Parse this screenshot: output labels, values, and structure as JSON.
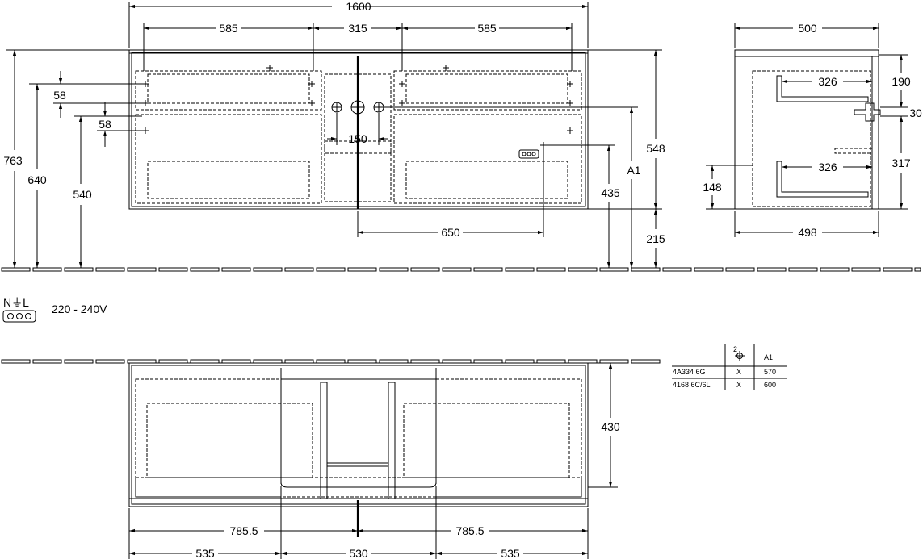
{
  "front_view": {
    "total_width": "1600",
    "drawer_width_left": "585",
    "center_width": "315",
    "drawer_width_right": "585",
    "siphon_spacing": "150",
    "outlet_offset": "650",
    "height_to_top": "763",
    "height_640": "640",
    "height_540": "540",
    "offset_58_upper": "58",
    "offset_58_lower": "58",
    "height_548": "548",
    "height_435": "435",
    "height_215": "215",
    "label_a1": "A1"
  },
  "side_view": {
    "depth_top": "500",
    "depth_bottom": "498",
    "drawer_depth_upper": "326",
    "drawer_depth_lower": "326",
    "height_190": "190",
    "height_30": "30",
    "height_317": "317",
    "height_148": "148"
  },
  "power": {
    "symbol_label": "N⏚L",
    "voltage": "220 - 240V"
  },
  "plan_view": {
    "depth_430": "430",
    "half_width_left": "785.5",
    "half_width_right": "785.5",
    "segment_left": "535",
    "segment_center": "530",
    "segment_right": "535"
  },
  "spec_table": {
    "header_col2": "2",
    "header_col3": "A1",
    "rows": [
      {
        "code": "4A334 6G",
        "mark": "X",
        "a1": "570"
      },
      {
        "code": "4168 6C/6L",
        "mark": "X",
        "a1": "600"
      }
    ]
  }
}
